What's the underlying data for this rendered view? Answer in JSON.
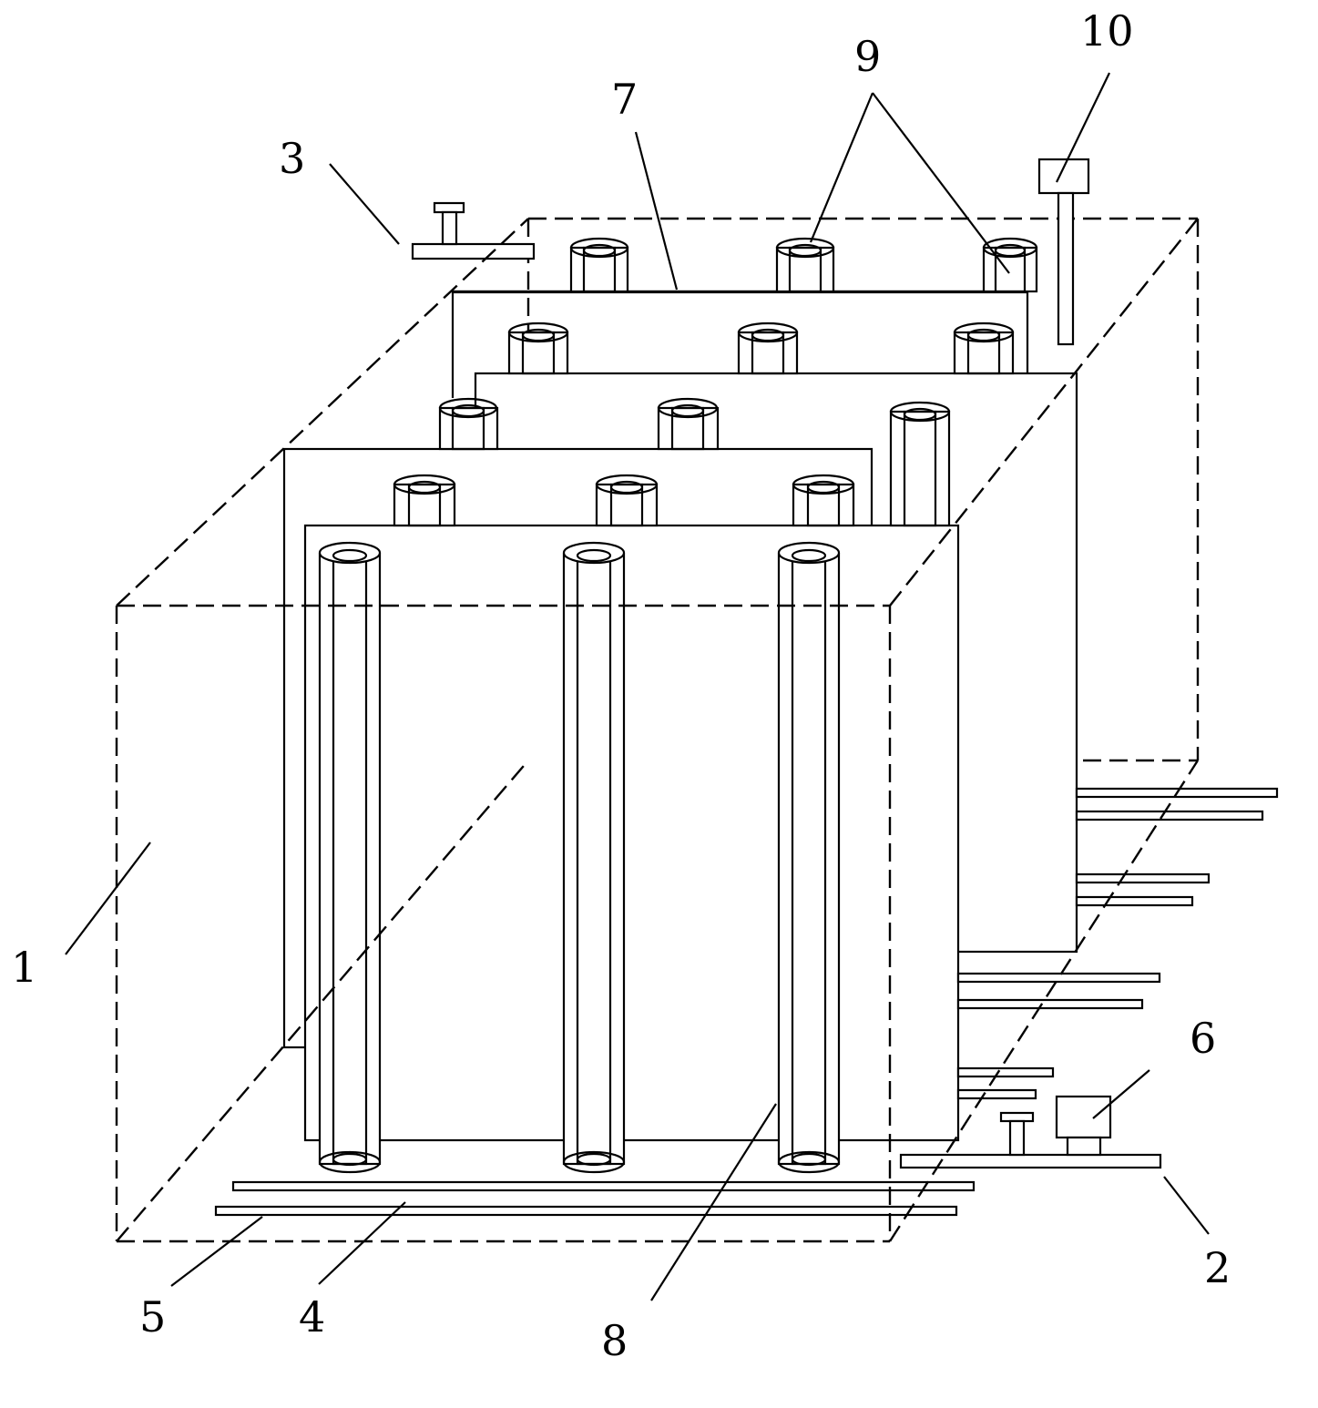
{
  "figure": {
    "labels": {
      "l1": "1",
      "l2": "2",
      "l3": "3",
      "l4": "4",
      "l5": "5",
      "l6": "6",
      "l7": "7",
      "l8": "8",
      "l9": "9",
      "l10": "10"
    }
  }
}
